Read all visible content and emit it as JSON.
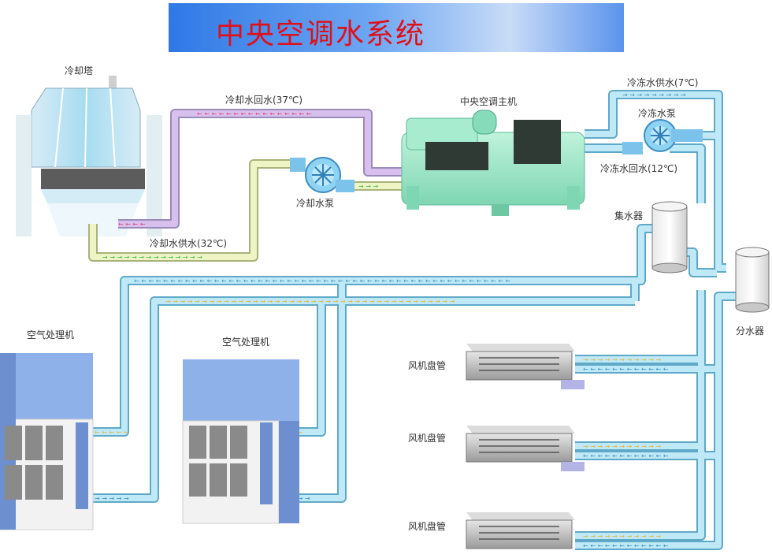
{
  "title": "中央空调水系统",
  "labels": {
    "cooling_tower": "冷却塔",
    "cooling_return": "冷却水回水(37℃)",
    "cooling_supply": "冷却水供水(32℃)",
    "cooling_pump": "冷却水泵",
    "chiller": "中央空调主机",
    "chilled_supply": "冷冻水供水(7℃)",
    "chilled_pump": "冷冻水泵",
    "chilled_return": "冷冻水回水(12℃)",
    "collector": "集水器",
    "distributor": "分水器",
    "ahu_1": "空气处理机",
    "ahu_2": "空气处理机",
    "fcu_1": "风机盘管",
    "fcu_2": "风机盘管",
    "fcu_3": "风机盘管"
  },
  "colors": {
    "title_text": "#e0101a",
    "pipe_chilled": "#8fd3ee",
    "pipe_cooling_return": "#c9a8e6",
    "pipe_cooling_supply": "#e6efb4",
    "equipment_green": "#9ee6c9",
    "ahu_blue": "#8fb1ea"
  }
}
